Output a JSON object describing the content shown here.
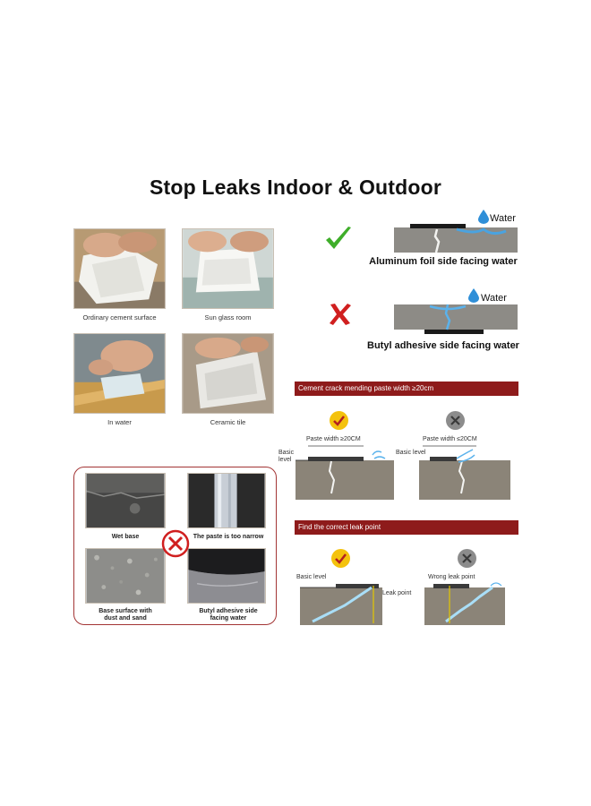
{
  "title": "Stop Leaks Indoor & Outdoor",
  "photos": [
    {
      "caption": "Ordinary cement surface"
    },
    {
      "caption": "Sun  glass room"
    },
    {
      "caption": "In water"
    },
    {
      "caption": "Ceramic tile"
    }
  ],
  "facing": {
    "correct": {
      "water_label": "Water",
      "caption": "Aluminum foil side facing water"
    },
    "wrong": {
      "water_label": "Water",
      "caption": "Butyl adhesive side facing water"
    }
  },
  "crack_section": {
    "banner": "Cement crack mending paste width ≥20cm",
    "good": {
      "width_label": "Paste width ≥20CM",
      "level_label": "Basic\nlevel"
    },
    "bad": {
      "width_label": "Paste width ≤20CM",
      "level_label": "Basic level"
    }
  },
  "leak_section": {
    "banner": "Find the correct leak point",
    "good": {
      "level_label": "Basic level",
      "point_label": "Leak point"
    },
    "bad": {
      "point_label": "Wrong leak point"
    }
  },
  "mistakes": {
    "items": [
      {
        "caption": "Wet base"
      },
      {
        "caption": "The paste is too narrow"
      },
      {
        "caption": "Base surface with\ndust and sand"
      },
      {
        "caption": "Butyl adhesive side\nfacing water"
      }
    ]
  },
  "colors": {
    "banner": "#8e1b1b",
    "check": "#3fae2a",
    "cross": "#d01f1f",
    "water": "#2f8fd8",
    "badge_yellow": "#f4c20d",
    "badge_grey": "#8c8c8c"
  },
  "icons": [
    "check-icon",
    "cross-icon",
    "water-drop-icon",
    "x-circle-icon"
  ]
}
